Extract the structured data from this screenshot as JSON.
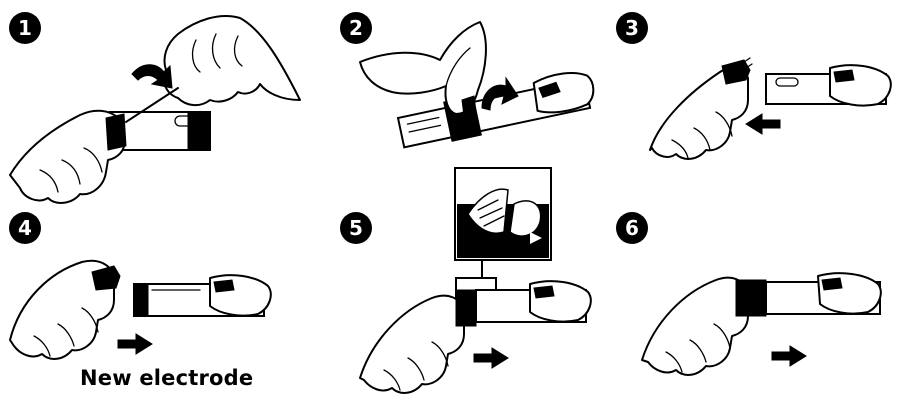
{
  "steps": [
    {
      "number": "1",
      "direction": "none"
    },
    {
      "number": "2",
      "direction": "none"
    },
    {
      "number": "3",
      "direction": "left"
    },
    {
      "number": "4",
      "direction": "right"
    },
    {
      "number": "5",
      "direction": "right"
    },
    {
      "number": "6",
      "direction": "right"
    }
  ],
  "caption": "New electrode",
  "colors": {
    "ink": "#000000",
    "paper": "#ffffff"
  }
}
